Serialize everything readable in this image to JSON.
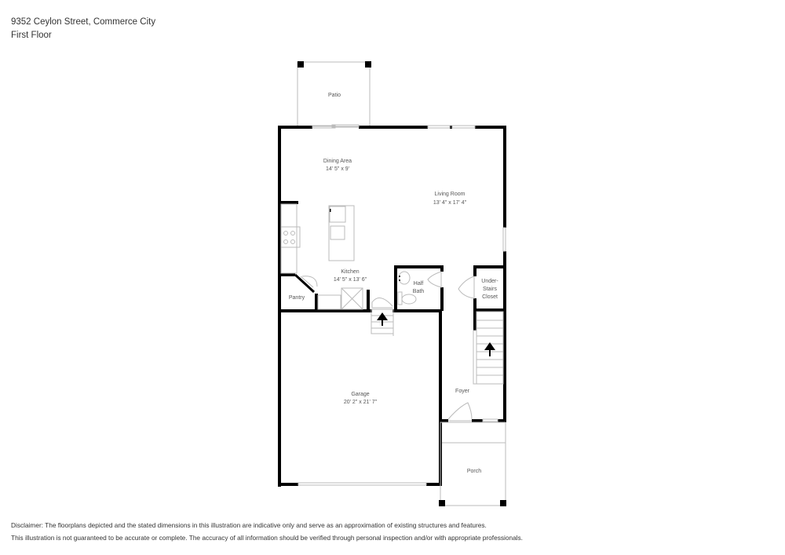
{
  "header": {
    "address": "9352 Ceylon Street, Commerce City",
    "floor": "First Floor"
  },
  "rooms": [
    {
      "name": "Patio",
      "dimensions": ""
    },
    {
      "name": "Dining Area",
      "dimensions": "14' 5\" x 9'"
    },
    {
      "name": "Living Room",
      "dimensions": "13' 4\" x 17' 4\""
    },
    {
      "name": "Kitchen",
      "dimensions": "14' 5\" x 13' 6\""
    },
    {
      "name": "Pantry",
      "dimensions": ""
    },
    {
      "name": "Half Bath",
      "line1": "Half",
      "line2": "Bath",
      "dimensions": ""
    },
    {
      "name": "Under-Stairs Closet",
      "line1": "Under-",
      "line2": "Stairs",
      "line3": "Closet",
      "dimensions": ""
    },
    {
      "name": "Garage",
      "dimensions": "20' 2\" x 21' 7\""
    },
    {
      "name": "Foyer",
      "dimensions": ""
    },
    {
      "name": "Porch",
      "dimensions": ""
    }
  ],
  "disclaimer": {
    "line1": "Disclaimer: The floorplans depicted and the stated dimensions in this illustration are indicative only and serve as an approximation of existing structures and features.",
    "line2": "This illustration is not guaranteed to be accurate or complete. The accuracy of all information should be verified through personal inspection and/or with appropriate professionals."
  },
  "colors": {
    "wall": "#000000",
    "thin_line": "#bbbbbb",
    "text": "#555555",
    "background": "#ffffff"
  }
}
